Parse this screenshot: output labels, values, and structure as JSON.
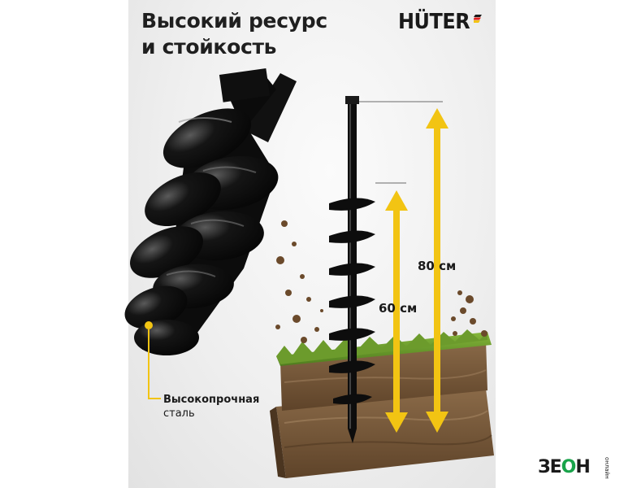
{
  "headline": {
    "line1": "Высокий ресурс",
    "line2": "и стойкость"
  },
  "brand": {
    "name": "HÜTER"
  },
  "dimensions": {
    "total_depth": "80 см",
    "spiral_depth": "60 см"
  },
  "callout": {
    "line1": "Высокопрочная",
    "line2": "сталь"
  },
  "store": {
    "logo": "ЗЕОН",
    "logo_parts": [
      "ЗЕ",
      "О",
      "Н"
    ],
    "tag": "онлайн"
  },
  "colors": {
    "accent_yellow": "#f2c413",
    "steel_black": "#0d0d0d",
    "grass": "#6c9b2c",
    "soil": "#7a5a3a",
    "store_green": "#19a34a"
  },
  "icons": [
    "huter-flag-icon",
    "up-down-arrow-icon",
    "callout-dot-icon"
  ]
}
